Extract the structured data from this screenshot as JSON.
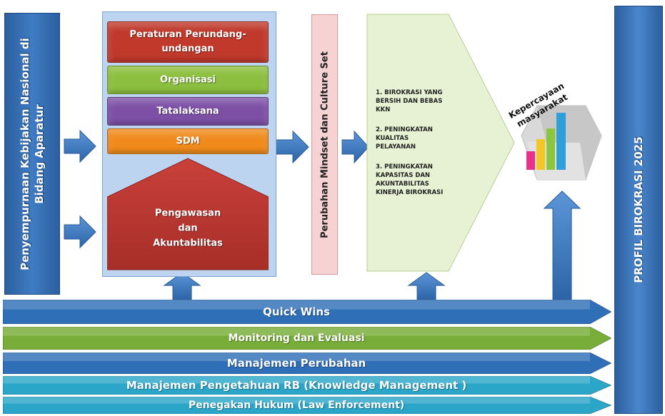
{
  "left_label": "Penyempurnaan Kebijakan Nasional di\nBidang Aparatur",
  "right_label": "PROFIL BIROKRASI 2025",
  "mindset_label": "Perubahan Mindset dan Culture Set",
  "areas": [
    {
      "label": "Peraturan Perundang-\nundangan",
      "color": "#c0392b"
    },
    {
      "label": "Organisasi",
      "color": "#8cbf3f"
    },
    {
      "label": "Tatalaksana",
      "color": "#7d4fa5"
    },
    {
      "label": "SDM",
      "color": "#f08a1c"
    }
  ],
  "pengawasan_label": "Pengawasan\ndan\nAkuntabilitas",
  "goals": [
    "1. BIROKRASI YANG\n    BERSIH DAN BEBAS\n    KKN",
    "2. PENINGKATAN\n    KUALITAS\n    PELAYANAN",
    "3. PENINGKATAN\n    KAPASITAS DAN\n    AKUNTABILITAS\n    KINERJA BIROKRASI"
  ],
  "trust_label": "Kepercayaan\nmasyarakat",
  "bars": [
    {
      "label": "Quick Wins",
      "color": "#2f6fb8",
      "text_color": "#ffffff"
    },
    {
      "label": "Monitoring dan Evaluasi",
      "color": "#77ad38",
      "text_color": "#ffffff"
    },
    {
      "label": "Manajemen Perubahan",
      "color": "#2f6fb8",
      "text_color": "#ffffff"
    },
    {
      "label": "Manajemen Pengetahuan RB (Knowledge Management )",
      "color": "#2ba6c9",
      "text_color": "#ffffff"
    },
    {
      "label": "Penegakan Hukum (Law Enforcement)",
      "color": "#2ba6c9",
      "text_color": "#ffffff"
    }
  ]
}
